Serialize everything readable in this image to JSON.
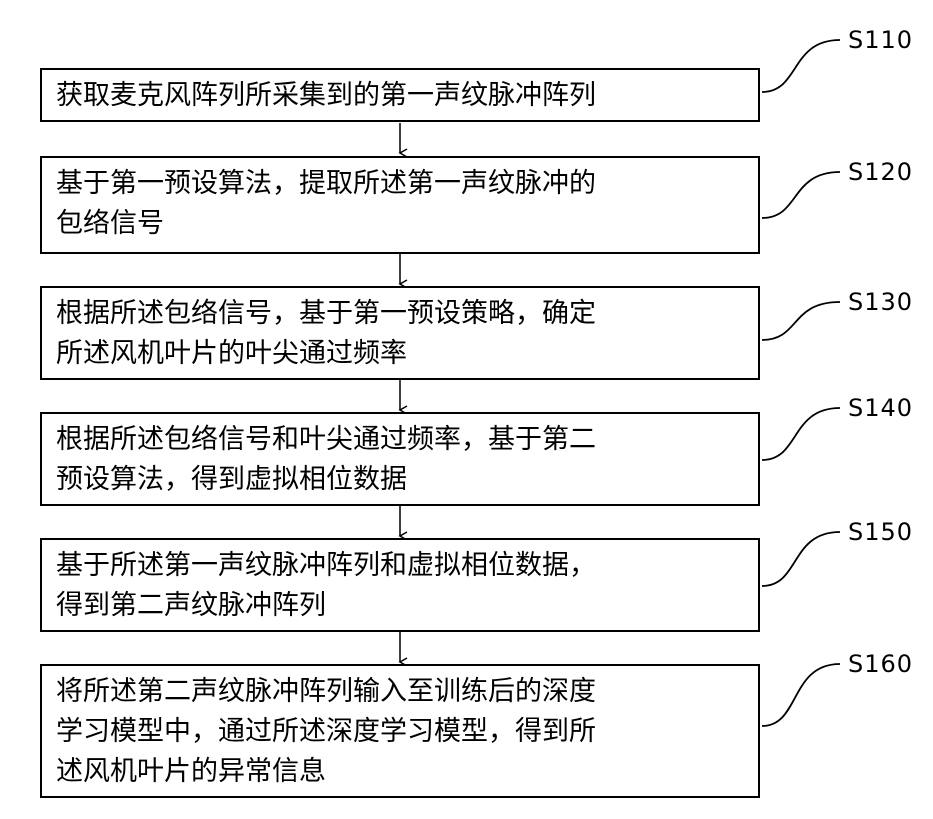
{
  "steps": [
    {
      "id": "S110",
      "lines": [
        "获取麦克风阵列所采集到的第一声纹脉冲阵列"
      ]
    },
    {
      "id": "S120",
      "lines": [
        "基于第一预设算法，提取所述第一声纹脉冲的",
        "包络信号"
      ]
    },
    {
      "id": "S130",
      "lines": [
        "根据所述包络信号，基于第一预设策略，确定",
        "所述风机叶片的叶尖通过频率"
      ]
    },
    {
      "id": "S140",
      "lines": [
        "根据所述包络信号和叶尖通过频率，基于第二",
        "预设算法，得到虚拟相位数据"
      ]
    },
    {
      "id": "S150",
      "lines": [
        "基于所述第一声纹脉冲阵列和虚拟相位数据，",
        "得到第二声纹脉冲阵列"
      ]
    },
    {
      "id": "S160",
      "lines": [
        "将所述第二声纹脉冲阵列输入至训练后的深度",
        "学习模型中，通过所述深度学习模型，得到所",
        "述风机叶片的异常信息"
      ]
    }
  ]
}
